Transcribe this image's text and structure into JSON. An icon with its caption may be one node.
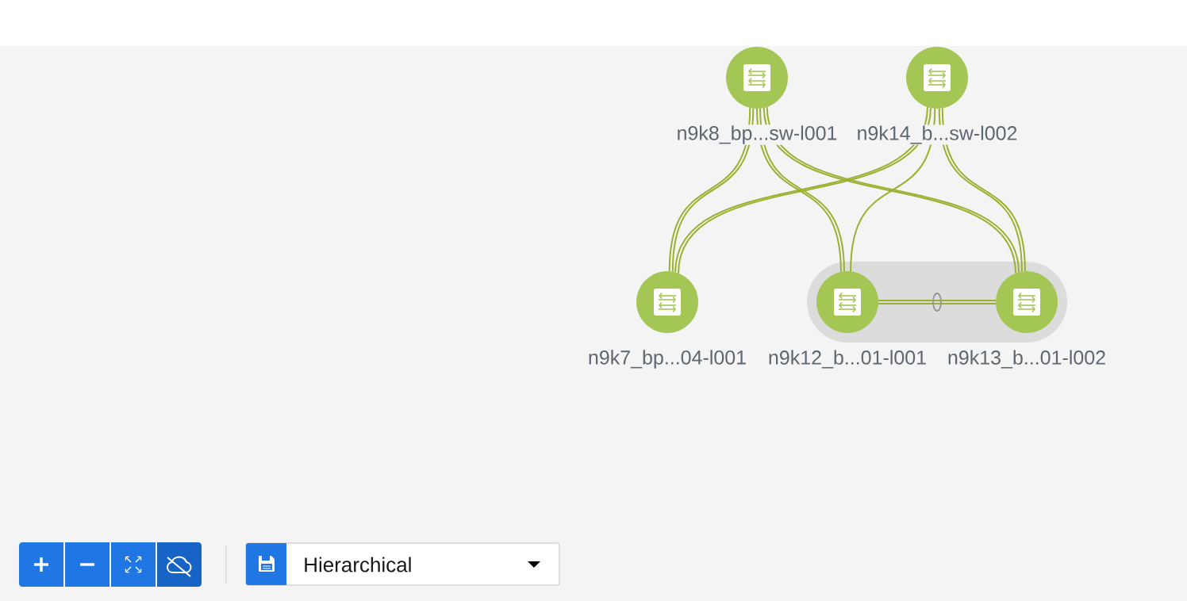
{
  "diagram": {
    "nodes": [
      {
        "text": [
          "n9k8_bp...sw-l001"
        ]
      },
      {
        "text": [
          "n9k14_b...sw-l002"
        ]
      },
      {
        "text": [
          "n9k7_bp...04-l001"
        ]
      },
      {
        "text": [],
        "shape": "box"
      },
      {
        "text": [
          "n9k12_b...01-l001"
        ],
        "in": 3
      },
      {
        "text": [
          "n9k13_b...01-l002"
        ],
        "in": 3
      }
    ],
    "edges": [
      {
        "from": 0,
        "to": 2,
        "arrow": "none"
      },
      {
        "from": 0,
        "to": 2,
        "arrow": "none"
      },
      {
        "from": 0,
        "to": 4,
        "arrow": "none"
      },
      {
        "from": 0,
        "to": 4,
        "arrow": "none"
      },
      {
        "from": 0,
        "to": 5,
        "arrow": "none"
      },
      {
        "from": 0,
        "to": 5,
        "arrow": "none"
      },
      {
        "from": 1,
        "to": 2,
        "arrow": "none"
      },
      {
        "from": 1,
        "to": 2,
        "arrow": "none"
      },
      {
        "from": 1,
        "to": 4,
        "arrow": "none"
      },
      {
        "from": 1,
        "to": 5,
        "arrow": "none"
      },
      {
        "from": 1,
        "to": 5,
        "arrow": "none"
      },
      {
        "from": 4,
        "to": 5,
        "arrow": "none"
      },
      {
        "from": 4,
        "to": 5,
        "arrow": "none"
      }
    ],
    "labels": [
      "Hierarchical"
    ]
  }
}
